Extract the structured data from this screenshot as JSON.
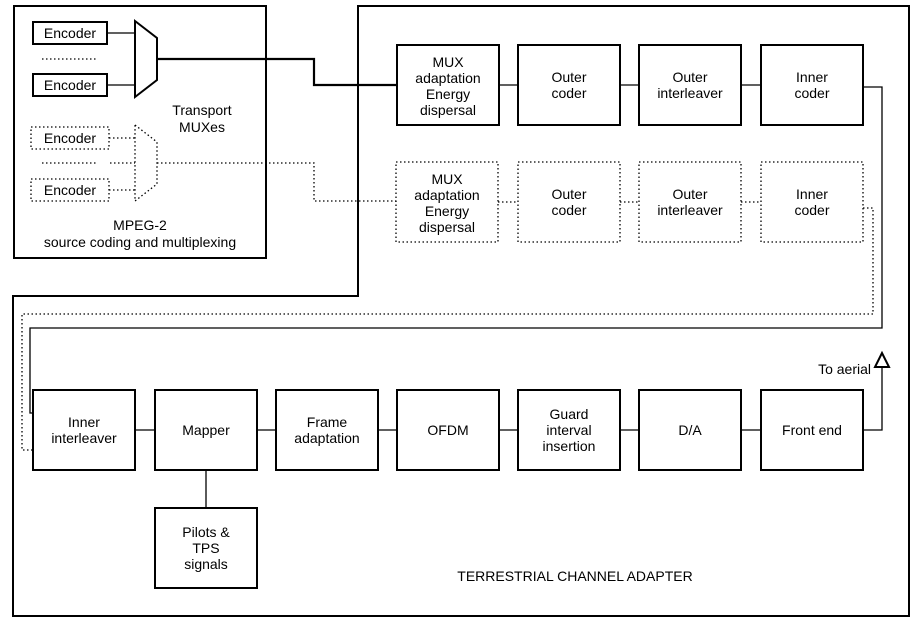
{
  "source_section": {
    "encoder_labels": [
      "Encoder",
      "Encoder",
      "Encoder",
      "Encoder"
    ],
    "mux_label": [
      "Transport",
      "MUXes"
    ],
    "caption": [
      "MPEG-2",
      "source coding and multiplexing"
    ]
  },
  "upper_chain": [
    [
      "MUX",
      "adaptation",
      "Energy",
      "dispersal"
    ],
    [
      "Outer",
      "coder"
    ],
    [
      "Outer",
      "interleaver"
    ],
    [
      "Inner",
      "coder"
    ]
  ],
  "dotted_chain": [
    [
      "MUX",
      "adaptation",
      "Energy",
      "dispersal"
    ],
    [
      "Outer",
      "coder"
    ],
    [
      "Outer",
      "interleaver"
    ],
    [
      "Inner",
      "coder"
    ]
  ],
  "lower_chain": [
    [
      "Inner",
      "interleaver"
    ],
    [
      "Mapper"
    ],
    [
      "Frame",
      "adaptation"
    ],
    [
      "OFDM"
    ],
    [
      "Guard",
      "interval",
      "insertion"
    ],
    [
      "D/A"
    ],
    [
      "Front end"
    ]
  ],
  "pilots_box": [
    "Pilots &",
    "TPS",
    "signals"
  ],
  "aerial_label": "To aerial",
  "adapter_caption": "TERRESTRIAL CHANNEL ADAPTER"
}
